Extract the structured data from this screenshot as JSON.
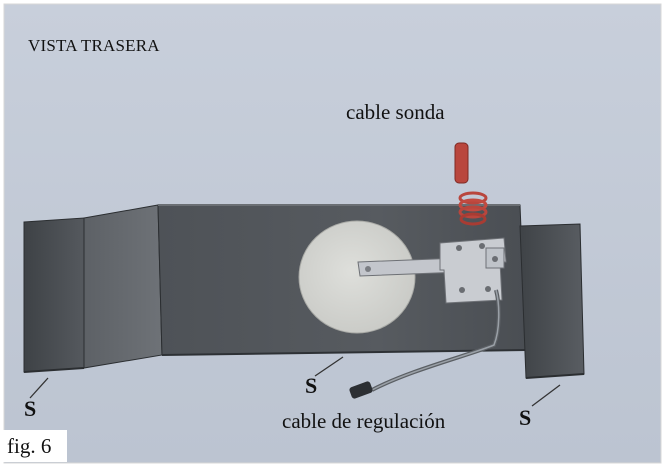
{
  "figure": {
    "view_title": "VISTA TRASERA",
    "probe_cable_label": "cable sonda",
    "regulation_cable_label": "cable de regulación",
    "support_label_left": "S",
    "support_label_middle": "S",
    "support_label_right": "S",
    "figure_number": "fig. 6"
  },
  "colors": {
    "background": "#c3cbd8",
    "housing": "#52565b",
    "housing_edge": "#2e3135",
    "disc": "#d6d7d3",
    "bracket": "#c9ccd1",
    "coil": "#c24a40"
  }
}
